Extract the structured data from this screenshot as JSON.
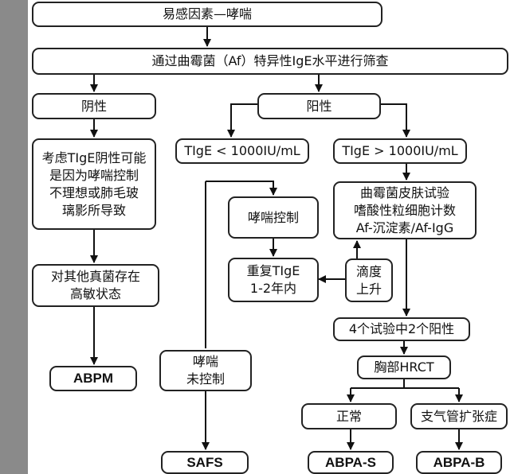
{
  "nodes": {
    "risk": "易感因素—哮喘",
    "screen": "通过曲霉菌（Af）特异性IgE水平进行筛查",
    "negative": "阴性",
    "positive": "阳性",
    "neg_reason": "考虑TIgE阴性可能\n是因为哮喘控制\n不理想或肺毛玻\n璃影所导致",
    "tige_low": "TIgE < 1000IU/mL",
    "tige_high": "TIgE > 1000IU/mL",
    "asthma_ctrl": "哮喘控制",
    "tests": "曲霉菌皮肤试验\n嗜酸性粒细胞计数\nAf-沉淀素/Af-IgG",
    "repeat": "重复TIgE\n1-2年内",
    "titer": "滴度\n上升",
    "other_fungi": "对其他真菌存在\n高敏状态",
    "two_of_four": "4个试验中2个阳性",
    "uncontrolled": "哮喘\n未控制",
    "hrct": "胸部HRCT",
    "normal": "正常",
    "bronchiectasis": "支气管扩张症",
    "abpm": "ABPM",
    "safs": "SAFS",
    "abpa_s": "ABPA-S",
    "abpa_b": "ABPA-B"
  }
}
